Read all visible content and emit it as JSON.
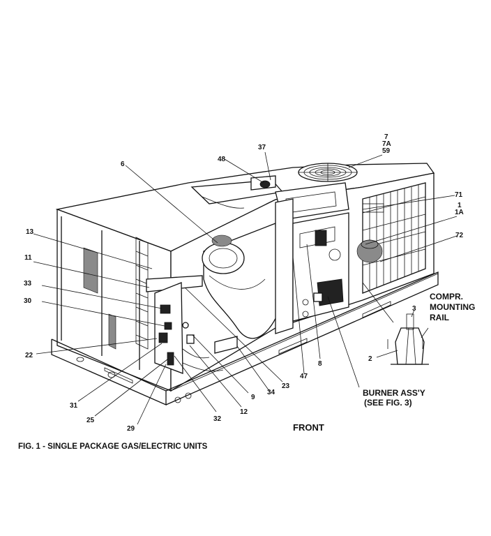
{
  "figure": {
    "caption": "FIG. 1 - SINGLE PACKAGE GAS/ELECTRIC UNITS",
    "front_label": "FRONT"
  },
  "notes": {
    "compr_line1": "COMPR.",
    "compr_line2": "MOUNTING",
    "compr_line3": "RAIL",
    "burner_line1": "BURNER ASS'Y",
    "burner_line2": "(SEE FIG. 3)"
  },
  "callouts": {
    "c7": "7",
    "c7a": "7A",
    "c59": "59",
    "c37": "37",
    "c48": "48",
    "c6": "6",
    "c71": "71",
    "c1": "1",
    "c1a": "1A",
    "c72": "72",
    "c13": "13",
    "c11": "11",
    "c33": "33",
    "c30": "30",
    "c22": "22",
    "c31": "31",
    "c25": "25",
    "c29": "29",
    "c32": "32",
    "c12": "12",
    "c9": "9",
    "c34": "34",
    "c23": "23",
    "c47": "47",
    "c8": "8",
    "c3": "3",
    "c2": "2"
  }
}
